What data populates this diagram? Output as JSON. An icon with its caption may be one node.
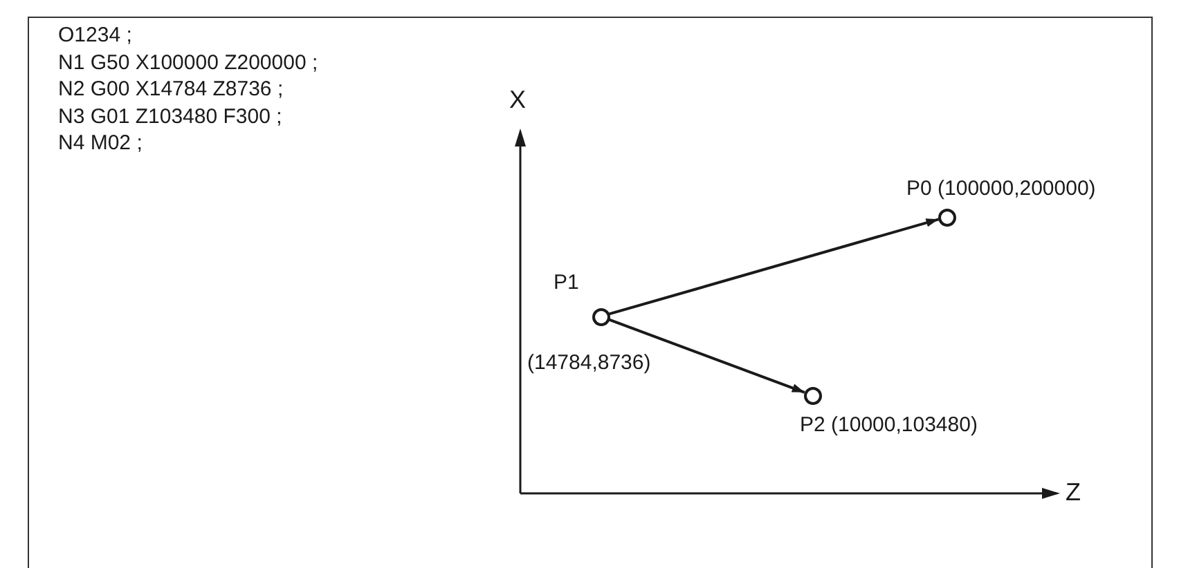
{
  "diagram": {
    "nodes": [
      {
        "text": [],
        "shape": "circle",
        "beside": [
          "P0 (100000,200000)"
        ]
      },
      {
        "text": [],
        "shape": "circle",
        "beside": [
          "P1",
          "(14784,8736)"
        ]
      },
      {
        "text": [],
        "shape": "circle",
        "beside": [
          "P2 (10000,103480)"
        ]
      }
    ],
    "edges": [
      {
        "from": 1,
        "to": 0,
        "arrow": "to"
      },
      {
        "from": 1,
        "to": 2,
        "arrow": "to"
      }
    ],
    "labels": [
      "O1234 ;",
      "N1 G50 X100000 Z200000 ;",
      "N2 G00 X14784 Z8736 ;",
      "N3 G01 Z103480 F300 ;",
      "N4 M02 ;",
      "X",
      "Z"
    ]
  }
}
